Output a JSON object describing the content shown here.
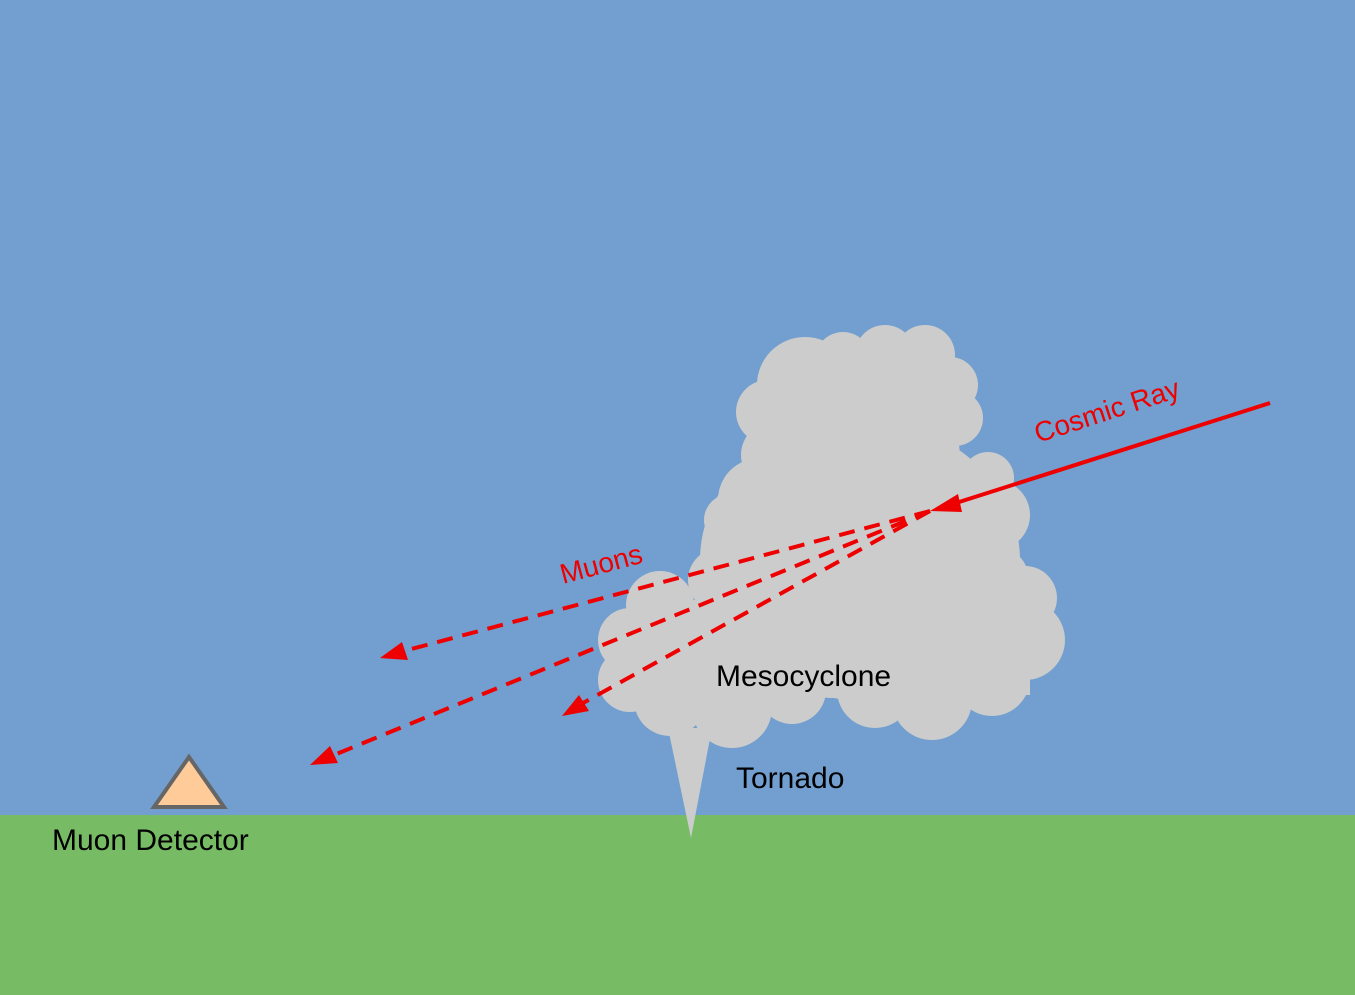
{
  "colors": {
    "sky": "#729fcf",
    "ground": "#77bc65",
    "cloud": "#cccccc",
    "ray": "#ee0000",
    "detector_fill": "#ffcc99",
    "detector_stroke": "#666666"
  },
  "labels": {
    "cosmic_ray": "Cosmic Ray",
    "muons": "Muons",
    "mesocyclone": "Mesocyclone",
    "tornado": "Tornado",
    "muon_detector": "Muon Detector"
  },
  "icons": {
    "detector": "triangle-icon",
    "cloud": "cloud-shape"
  }
}
